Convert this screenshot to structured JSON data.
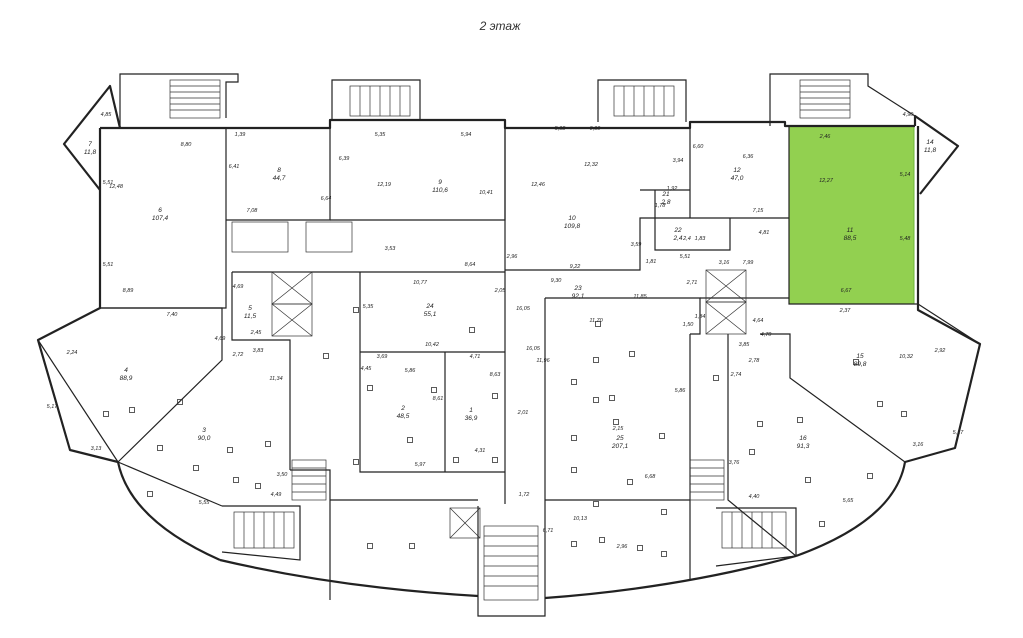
{
  "title": "2 этаж",
  "highlight_color": "#92d050",
  "rooms": [
    {
      "num": "1",
      "area": "36,9"
    },
    {
      "num": "2",
      "area": "48,5"
    },
    {
      "num": "3",
      "area": "90,0"
    },
    {
      "num": "4",
      "area": "88,9"
    },
    {
      "num": "5",
      "area": "11,5"
    },
    {
      "num": "6",
      "area": "107,4"
    },
    {
      "num": "7",
      "area": "11,8"
    },
    {
      "num": "8",
      "area": "44,7"
    },
    {
      "num": "9",
      "area": "110,6"
    },
    {
      "num": "10",
      "area": "109,8"
    },
    {
      "num": "11",
      "area": "88,5"
    },
    {
      "num": "12",
      "area": "47,0"
    },
    {
      "num": "14",
      "area": "11,8"
    },
    {
      "num": "15",
      "area": "89,8"
    },
    {
      "num": "16",
      "area": "91,3"
    },
    {
      "num": "21",
      "area": "2,8"
    },
    {
      "num": "22",
      "area": "2,4"
    },
    {
      "num": "23",
      "area": "92,1"
    },
    {
      "num": "24",
      "area": "55,1"
    },
    {
      "num": "25",
      "area": "207,1"
    }
  ],
  "dimensions": [
    "8,80",
    "1,39",
    "5,35",
    "5,94",
    "5,98",
    "0,90",
    "4,85",
    "4,90",
    "2,46",
    "12,48",
    "5,51",
    "5,51",
    "8,89",
    "6,41",
    "7,08",
    "6,39",
    "6,64",
    "12,19",
    "10,41",
    "12,46",
    "12,32",
    "3,94",
    "6,60",
    "6,36",
    "7,15",
    "4,81",
    "12,27",
    "5,14",
    "5,48",
    "3,53",
    "8,64",
    "2,96",
    "9,22",
    "9,30",
    "10,77",
    "2,05",
    "16,05",
    "11,85",
    "3,16",
    "2,71",
    "7,99",
    "6,67",
    "2,37",
    "1,92",
    "1,78",
    "2,4",
    "1,83",
    "5,51",
    "3,59",
    "1,81",
    "7,40",
    "4,69",
    "2,45",
    "2,72",
    "3,83",
    "4,69",
    "2,24",
    "5,17",
    "3,13",
    "11,34",
    "5,35",
    "3,69",
    "5,86",
    "10,42",
    "4,71",
    "8,61",
    "8,63",
    "4,45",
    "4,31",
    "5,97",
    "2,01",
    "11,70",
    "11,96",
    "16,05",
    "2,15",
    "5,86",
    "6,68",
    "10,13",
    "2,96",
    "1,72",
    "6,71",
    "1,50",
    "1,84",
    "4,64",
    "4,70",
    "3,85",
    "2,78",
    "2,74",
    "3,76",
    "10,32",
    "2,92",
    "5,17",
    "3,16",
    "5,65",
    "4,40",
    "5,55",
    "4,49",
    "3,50"
  ]
}
